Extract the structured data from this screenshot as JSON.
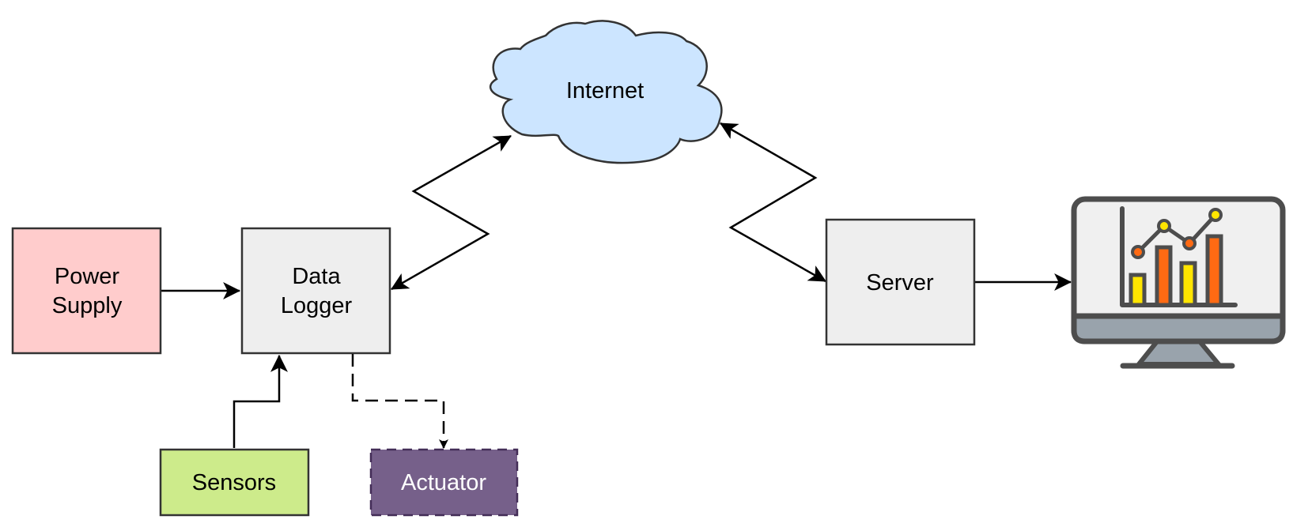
{
  "nodes": {
    "power_supply": {
      "label_line1": "Power",
      "label_line2": "Supply",
      "fill": "#ffcccc"
    },
    "data_logger": {
      "label_line1": "Data",
      "label_line2": "Logger",
      "fill": "#eeeeee"
    },
    "sensors": {
      "label": "Sensors",
      "fill": "#cdeb8b"
    },
    "actuator": {
      "label": "Actuator",
      "fill": "#76608a"
    },
    "internet": {
      "label": "Internet",
      "fill": "#cce5ff"
    },
    "server": {
      "label": "Server",
      "fill": "#eeeeee"
    },
    "monitor": {
      "icon": "monitor-chart-icon"
    }
  },
  "colors": {
    "stroke": "#333333",
    "arrow": "#000000",
    "chart_yellow": "#ffe500",
    "chart_orange": "#ff6a13",
    "monitor_screen": "#f0f0f0",
    "monitor_base": "#99a3ac",
    "monitor_frame": "#4d4d4d"
  }
}
